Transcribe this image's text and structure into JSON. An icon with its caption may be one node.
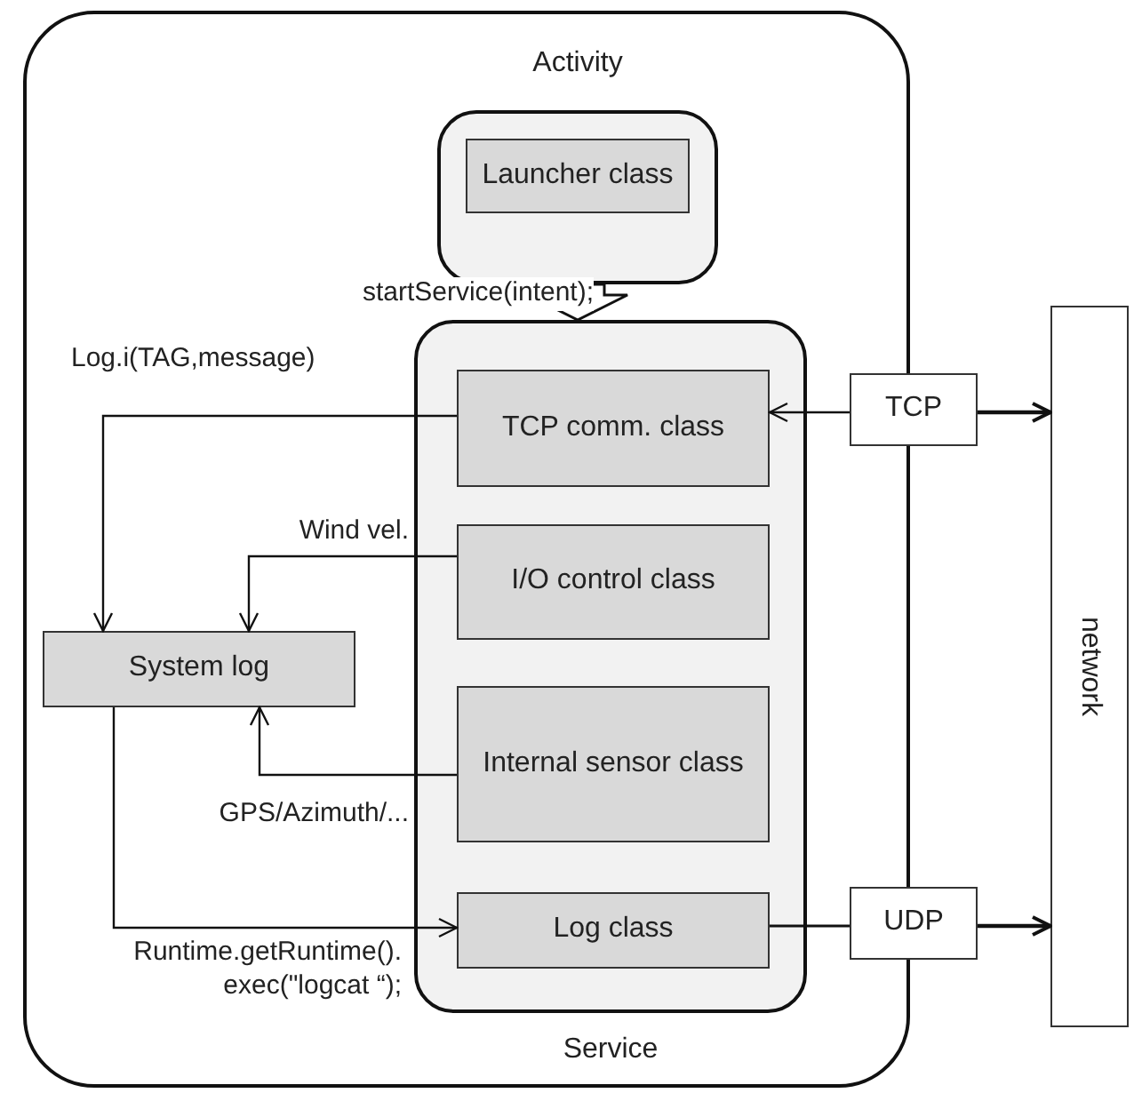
{
  "diagram": {
    "nodes": [
      {
        "text": [],
        "shape": "box"
      },
      {
        "text": [
          "Activity"
        ],
        "in": 0
      },
      {
        "text": [
          "Launcher class"
        ],
        "in": 1
      },
      {
        "text": [
          "Service"
        ],
        "in": 0
      },
      {
        "text": [
          "TCP comm. class"
        ],
        "in": 3
      },
      {
        "text": [
          "I/O control class"
        ],
        "in": 3
      },
      {
        "text": [
          "Internal sensor class"
        ],
        "in": 3
      },
      {
        "text": [
          "Log class"
        ],
        "in": 3
      },
      {
        "text": [
          "System log"
        ],
        "in": 0
      },
      {
        "text": [
          "TCP"
        ]
      },
      {
        "text": [
          "UDP"
        ]
      },
      {
        "text": [
          "network"
        ]
      }
    ],
    "edges": [
      {
        "from": 1,
        "to": 3,
        "arrow": "to",
        "label": "startService(intent);",
        "style": "thick"
      },
      {
        "from": 4,
        "to": 8,
        "arrow": "to",
        "label": "Log.i(TAG,message)"
      },
      {
        "from": 5,
        "to": 8,
        "arrow": "to",
        "label": "Wind vel."
      },
      {
        "from": 6,
        "to": 8,
        "arrow": "to",
        "label": "GPS/Azimuth/..."
      },
      {
        "from": 8,
        "to": 7,
        "arrow": "to",
        "label": "Runtime.getRuntime(). exec(\"logcat “);"
      },
      {
        "from": 9,
        "to": 4,
        "arrow": "to"
      },
      {
        "from": 9,
        "to": 11,
        "arrow": "to"
      },
      {
        "from": 7,
        "to": 10,
        "arrow": "none"
      },
      {
        "from": 10,
        "to": 11,
        "arrow": "to"
      }
    ]
  }
}
